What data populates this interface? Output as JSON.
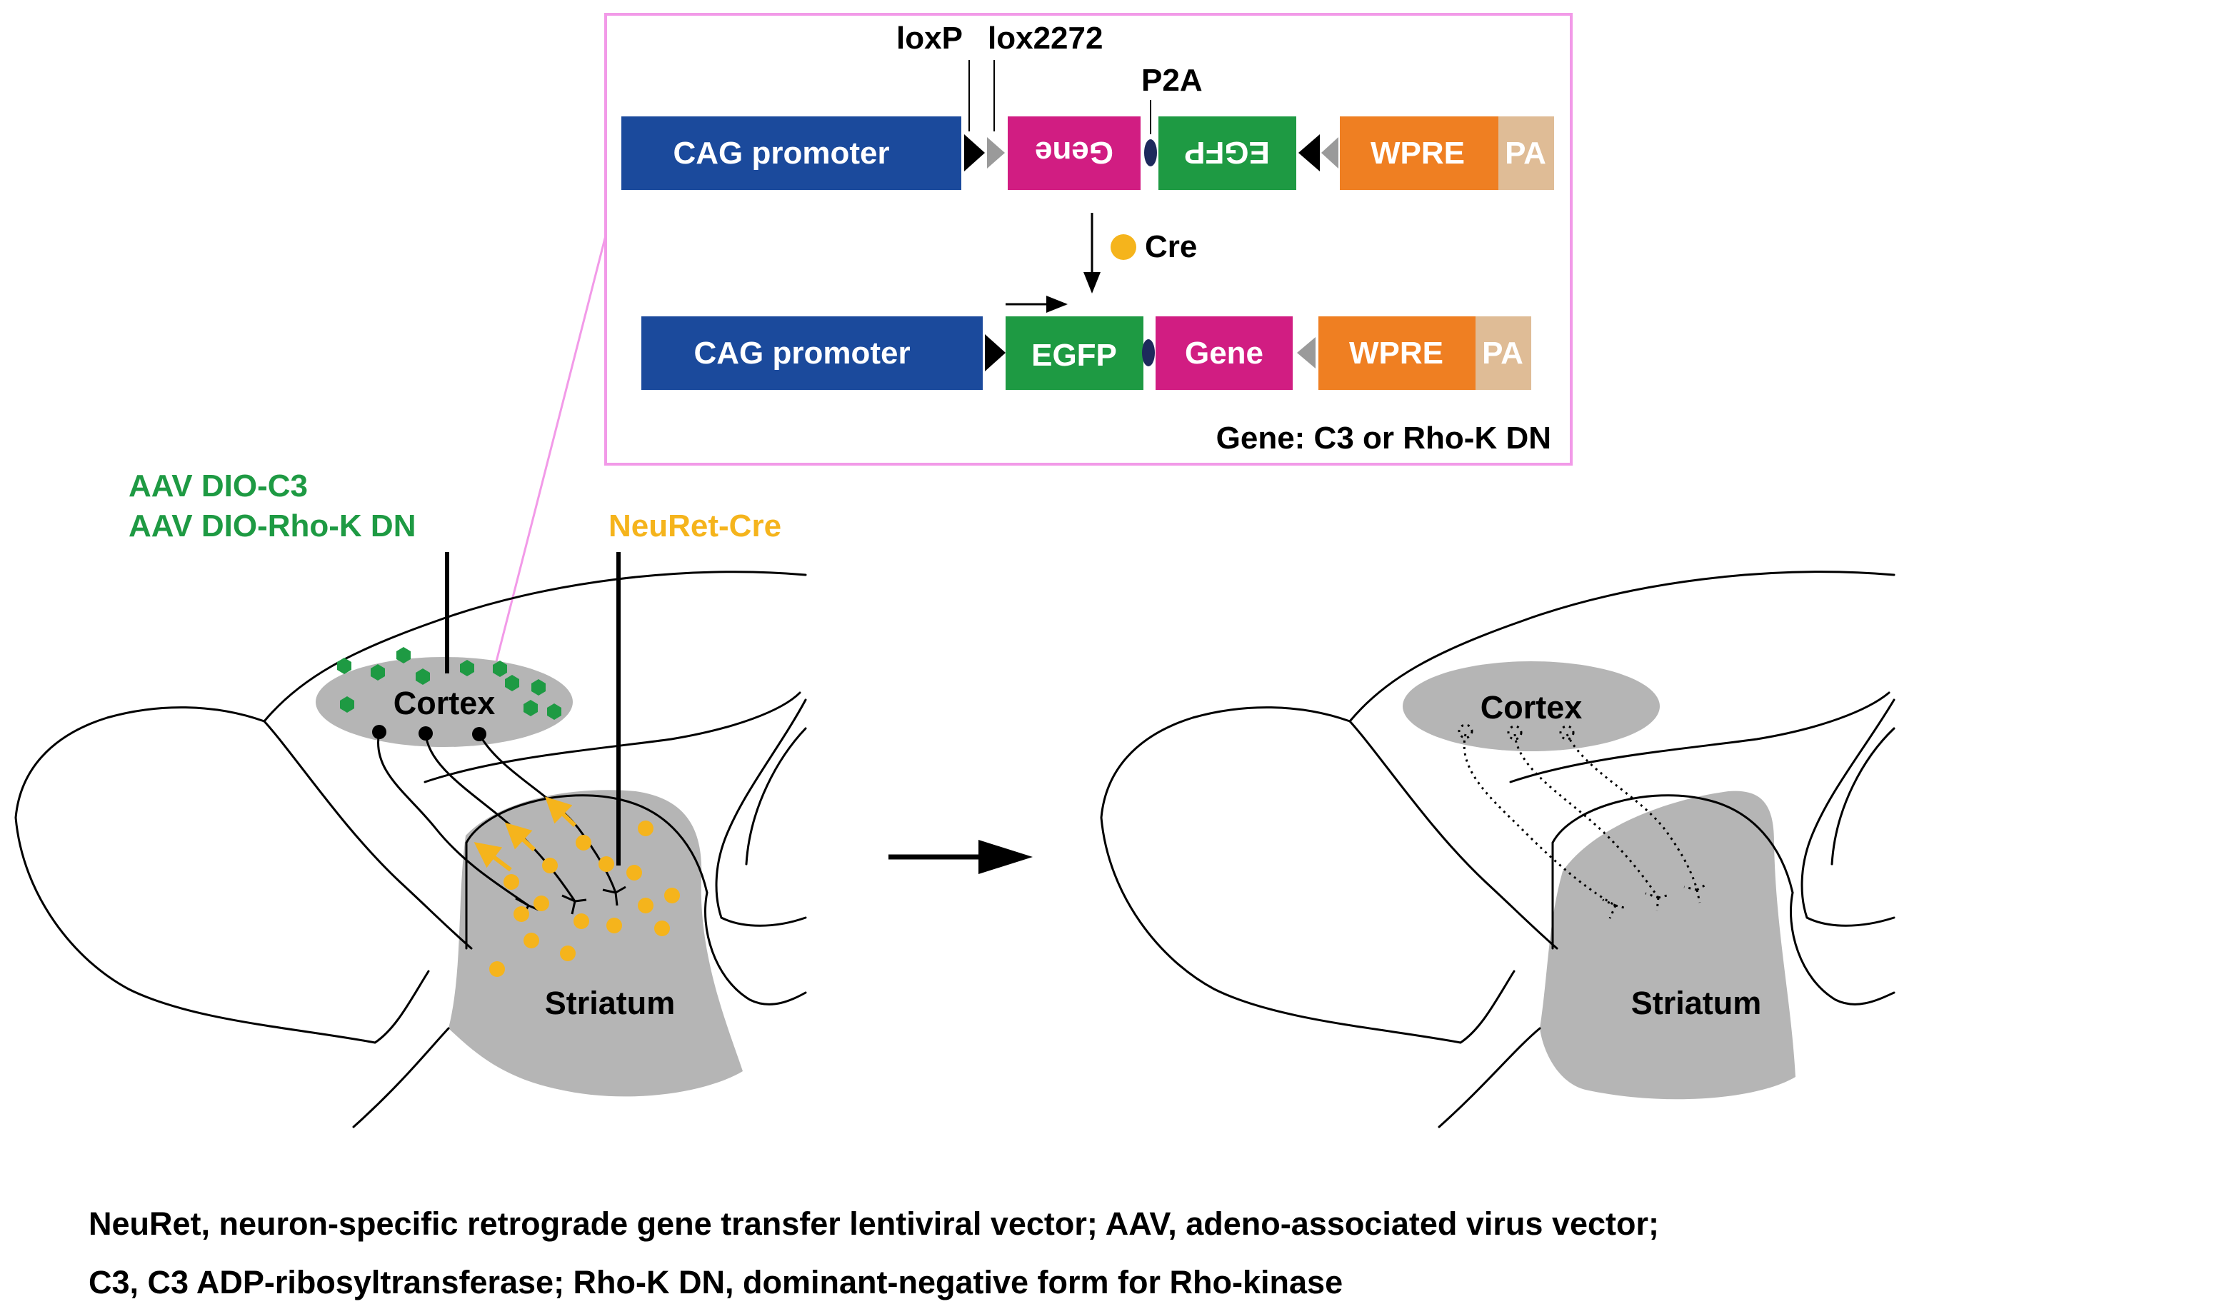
{
  "colors": {
    "promoter": "#1b4a9c",
    "gene": "#d11d82",
    "egfp": "#1e9a43",
    "wpre": "#ef7f22",
    "pa": "#dfbc96",
    "cre": "#f5b41c",
    "aav_text": "#1e9a43",
    "neuret_text": "#f5b41c",
    "region_fill": "#b5b5b5",
    "inset_border": "#f29ae8",
    "p2a": "#1d2a5c"
  },
  "construct": {
    "top": {
      "promoter": "CAG promoter",
      "gene": "Gene",
      "egfp": "EGFP",
      "wpre": "WPRE",
      "pa": "PA"
    },
    "bottom": {
      "promoter": "CAG promoter",
      "egfp": "EGFP",
      "gene": "Gene",
      "wpre": "WPRE",
      "pa": "PA"
    },
    "loxp_label": "loxP",
    "lox2272_label": "lox2272",
    "p2a_label": "P2A",
    "cre_label": "Cre",
    "gene_note": "Gene: C3 or Rho-K DN"
  },
  "injections": {
    "aav_line1": "AAV DIO-C3",
    "aav_line2": "AAV DIO-Rho-K DN",
    "neuret": "NeuRet-Cre"
  },
  "brain_left": {
    "cortex_label": "Cortex",
    "striatum_label": "Striatum"
  },
  "brain_right": {
    "cortex_label": "Cortex",
    "striatum_label": "Striatum"
  },
  "caption": {
    "line1": "NeuRet, neuron-specific retrograde gene transfer lentiviral vector; AAV, adeno-associated virus vector;",
    "line2": "C3, C3 ADP-ribosyltransferase; Rho-K DN, dominant-negative form for Rho-kinase"
  }
}
